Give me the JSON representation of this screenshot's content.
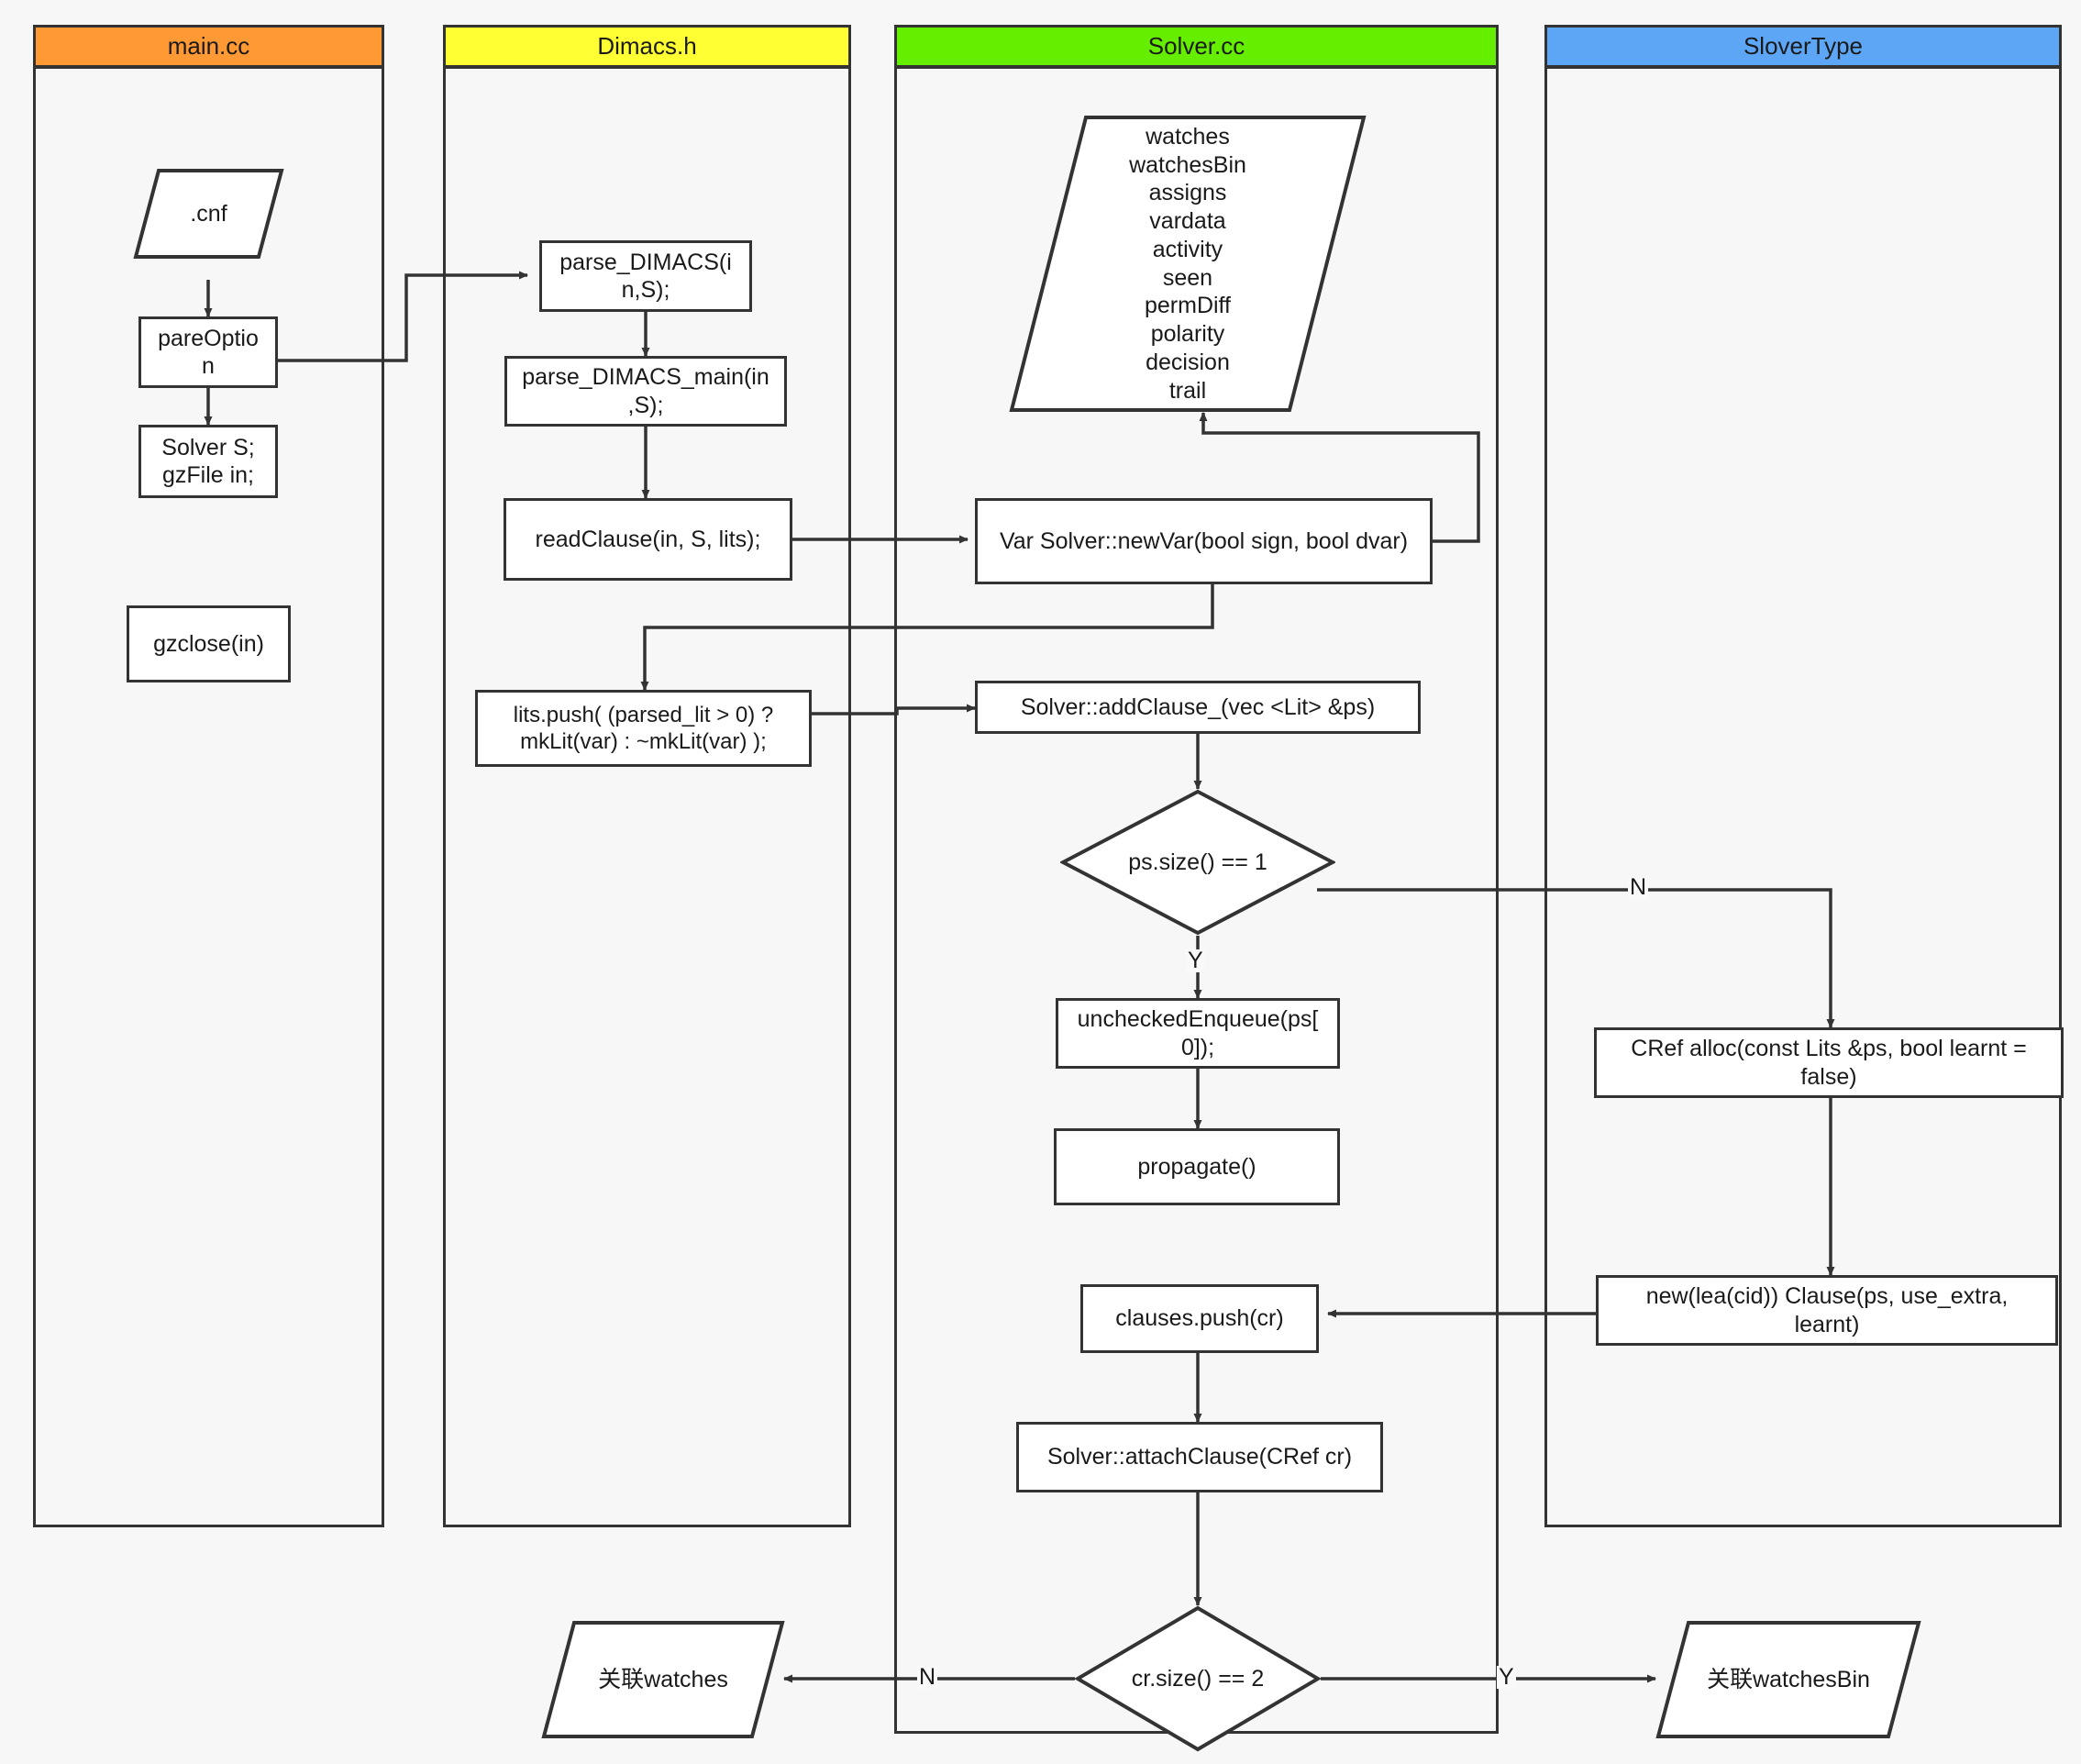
{
  "lanes": [
    {
      "id": "main",
      "title": "main.cc",
      "color": "#FF9933"
    },
    {
      "id": "dimacs",
      "title": "Dimacs.h",
      "color": "#FFFF33"
    },
    {
      "id": "solvercc",
      "title": "Solver.cc",
      "color": "#66EE00"
    },
    {
      "id": "slovertype",
      "title": "SloverType",
      "color": "#5CA6F5"
    }
  ],
  "nodes": {
    "cnf": "dotcnf",
    "cnf_label": ".cnf",
    "pare_option": "pareOption\nn",
    "pare_option_line1": "pareOptio",
    "pare_option_line2": "n",
    "solver_s": "Solver S;\ngzFile in;",
    "solver_s_line1": "Solver S;",
    "solver_s_line2": "gzFile in;",
    "gzclose": "gzclose(in)",
    "parse_dimacs_l1": "parse_DIMACS(i",
    "parse_dimacs_l2": "n,S);",
    "parse_dimacs_main_l1": "parse_DIMACS_main(in",
    "parse_dimacs_main_l2": ",S);",
    "read_clause": "readClause(in, S, lits);",
    "lits_push_l1": "lits.push( (parsed_lit > 0) ?",
    "lits_push_l2": "mkLit(var) : ~mkLit(var) );",
    "state_vars": "watches\nwatchesBin\nassigns\nvardata\nactivity\nseen\npermDiff\npolarity\ndecision\ntrail",
    "new_var": "Var Solver::newVar(bool sign, bool dvar)",
    "add_clause": "Solver::addClause_(vec <Lit> &ps)",
    "ps_size": "ps.size() == 1",
    "unchecked_enqueue_l1": "uncheckedEnqueue(ps[",
    "unchecked_enqueue_l2": "0]);",
    "propagate": "propagate()",
    "clauses_push": "clauses.push(cr)",
    "attach_clause": "Solver::attachClause(CRef cr)",
    "cr_size": "cr.size() == 2",
    "cref_alloc_l1": "CRef alloc(const Lits &ps, bool learnt =",
    "cref_alloc_l2": "false)",
    "new_clause_l1": "new(lea(cid)) Clause(ps, use_extra,",
    "new_clause_l2": "learnt)",
    "watches_out": "关联watches",
    "watches_bin_out": "关联watchesBin"
  },
  "edge_labels": {
    "ps_size_yes": "Y",
    "ps_size_no": "N",
    "cr_size_no": "N",
    "cr_size_yes": "Y"
  },
  "colors": {
    "stroke": "#333333",
    "node_fill": "#ffffff",
    "background": "#f7f7f7",
    "text": "#1a1a1a"
  }
}
